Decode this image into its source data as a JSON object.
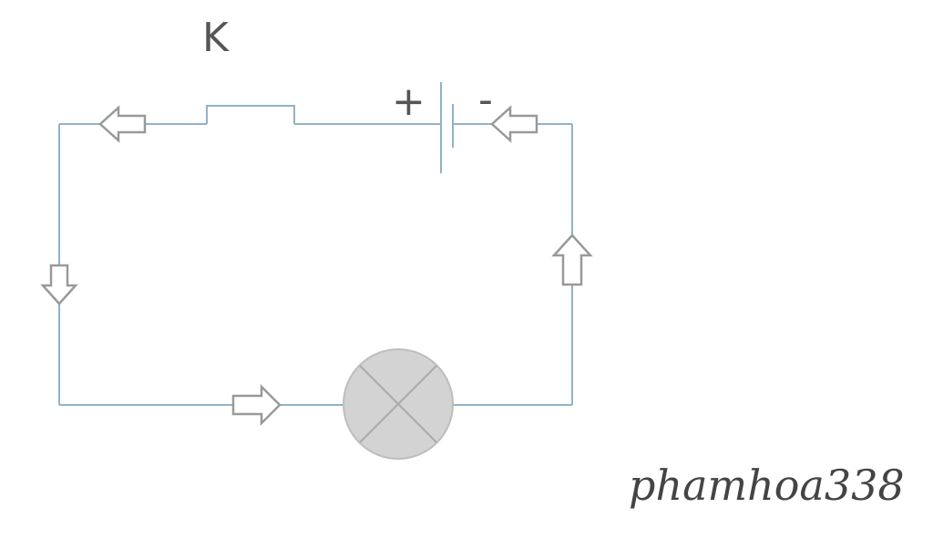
{
  "switch": {
    "label": "K"
  },
  "battery": {
    "plus_label": "+",
    "minus_label": "-"
  },
  "watermark": {
    "text": "phamhoa338"
  },
  "colors": {
    "wire": "#8fb3c8",
    "arrow_stroke": "#999999",
    "lamp_fill": "#d3d3d3",
    "lamp_stroke": "#bdbdbd",
    "text": "#555555"
  },
  "current_arrows": [
    {
      "id": "top-left",
      "direction": "left"
    },
    {
      "id": "top-right",
      "direction": "left"
    },
    {
      "id": "left-side",
      "direction": "down"
    },
    {
      "id": "bottom",
      "direction": "right"
    },
    {
      "id": "right-side",
      "direction": "up"
    }
  ]
}
